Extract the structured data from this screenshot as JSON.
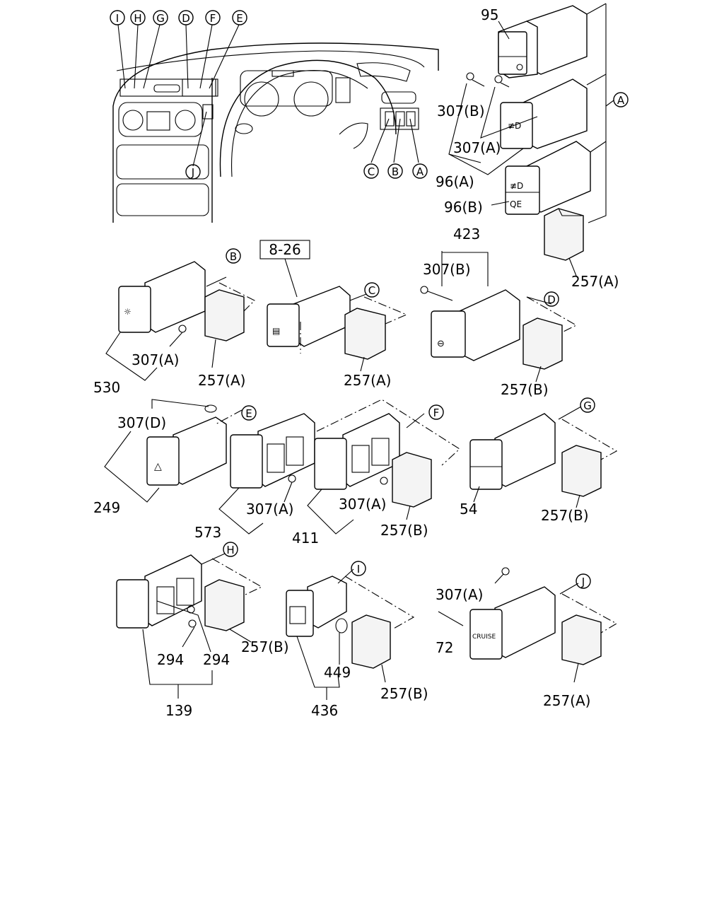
{
  "figure": {
    "ref_box": "8-26",
    "callouts": {
      "I": "I",
      "H": "H",
      "G": "G",
      "D": "D",
      "F": "F",
      "E": "E",
      "J": "J",
      "C": "C",
      "B": "B",
      "A": "A"
    },
    "part_numbers": [
      "95",
      "307(B)",
      "307(A)",
      "96(A)",
      "96(B)",
      "257(A)",
      "423",
      "307(B)",
      "257(B)",
      "530",
      "307(A)",
      "257(A)",
      "257(A)",
      "307(D)",
      "249",
      "573",
      "307(A)",
      "411",
      "307(A)",
      "257(B)",
      "54",
      "257(B)",
      "294",
      "294",
      "257(B)",
      "139",
      "449",
      "436",
      "257(B)",
      "307(A)",
      "72",
      "257(A)"
    ]
  },
  "colors": {
    "ink": "#000000",
    "paper": "#ffffff"
  }
}
